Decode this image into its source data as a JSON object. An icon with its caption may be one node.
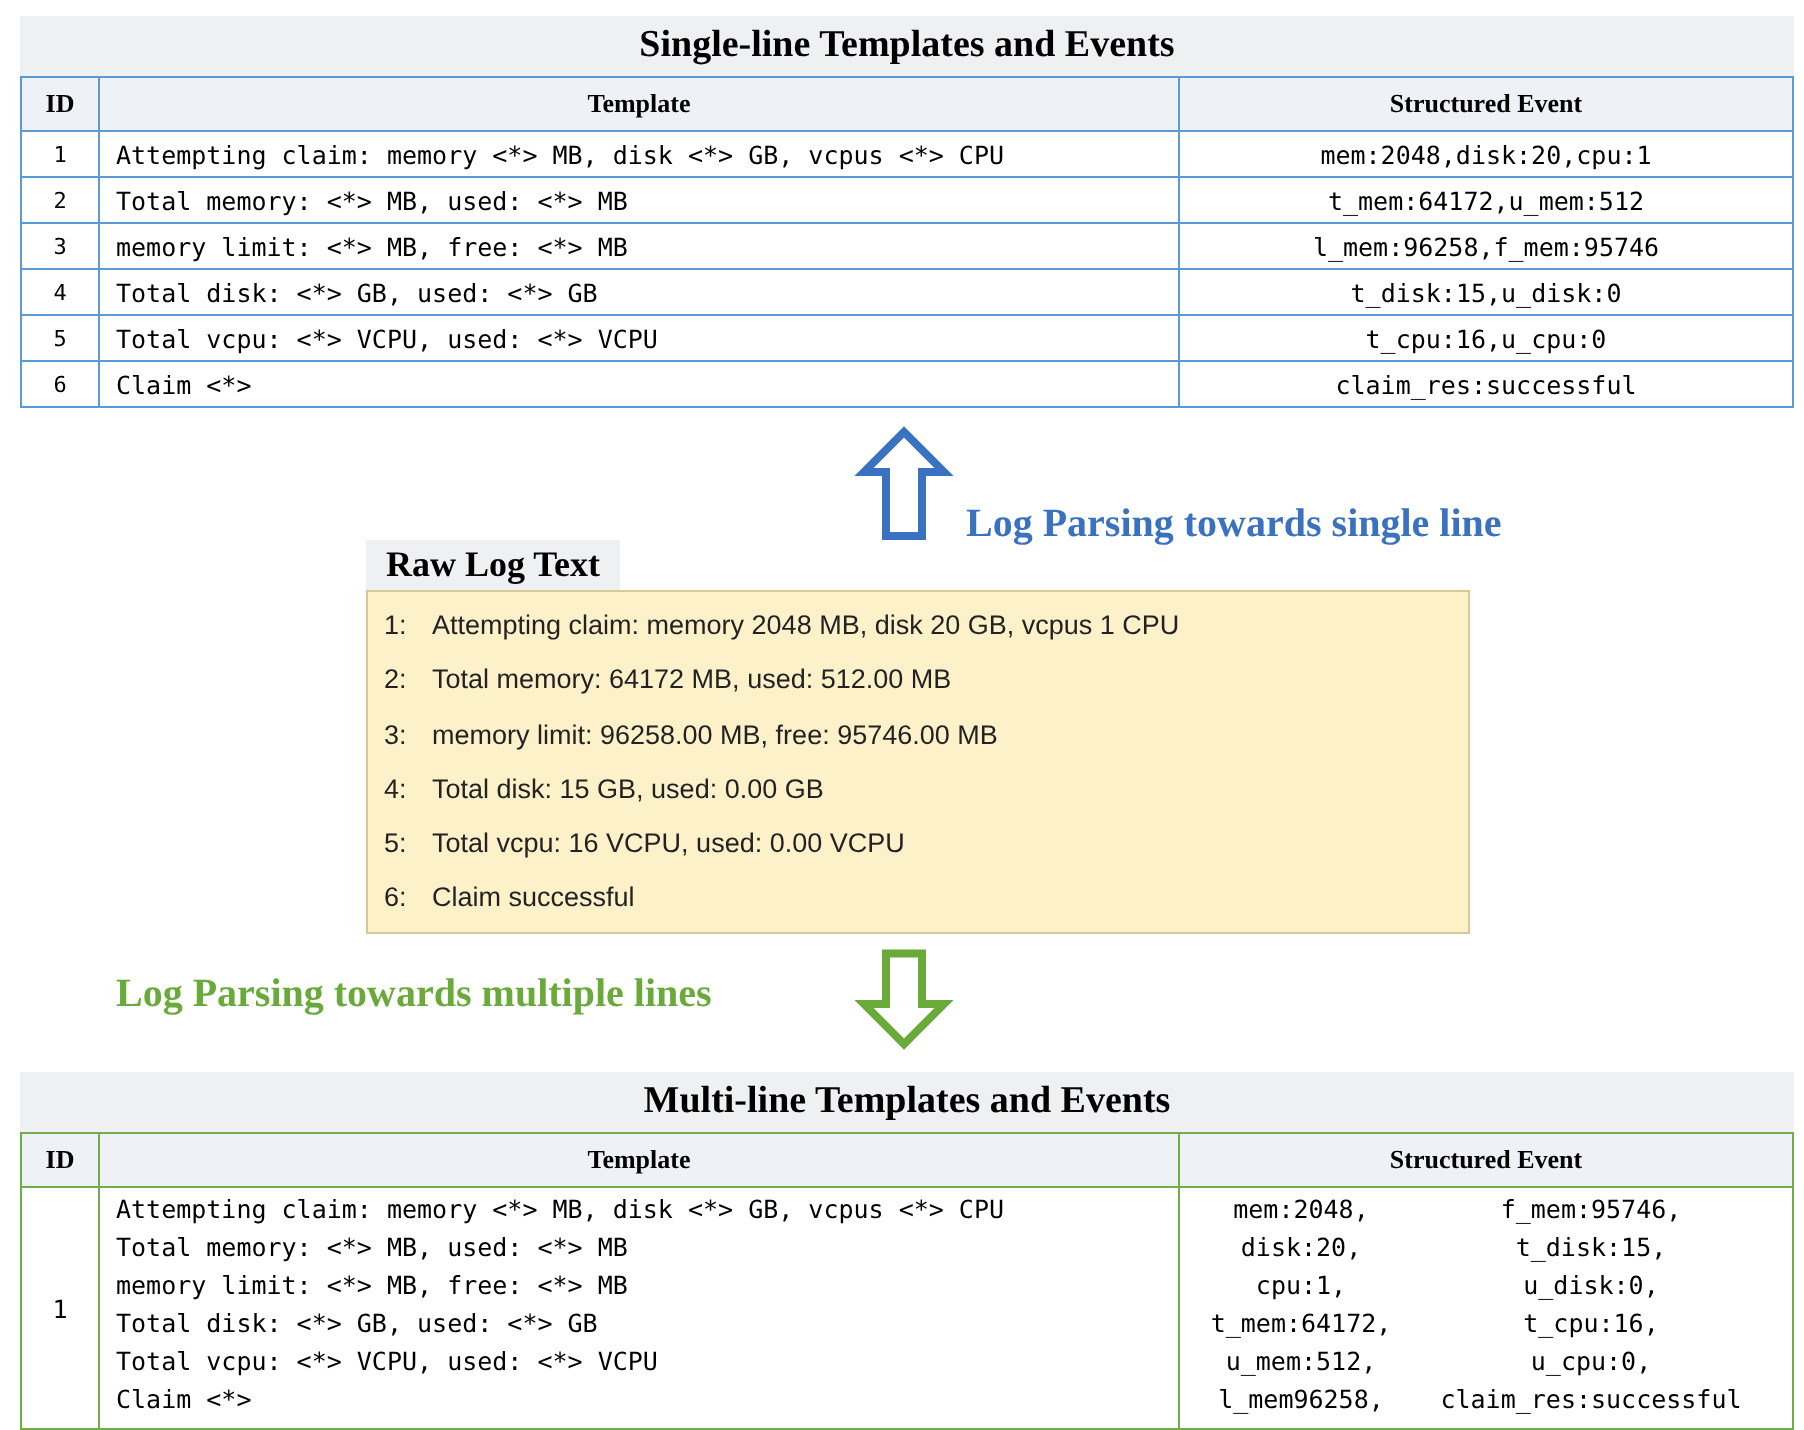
{
  "diagram": {
    "nodes": [
      {
        "text": [
          "Single-line Templates and Events",
          "ID",
          "Template",
          "Structured Event",
          "1",
          "Attempting claim: memory <*> MB, disk <*> GB, vcpus <*> CPU",
          "mem:2048,disk:20,cpu:1",
          "2",
          "Total memory: <*> MB, used: <*> MB",
          "t_mem:64172,u_mem:512",
          "3",
          "memory limit: <*> MB, free: <*> MB",
          "l_mem:96258,f_mem:95746",
          "4",
          "Total disk: <*> GB, used: <*> GB",
          "t_disk:15,u_disk:0",
          "5",
          "Total vcpu: <*> VCPU, used: <*> VCPU",
          "t_cpu:16,u_cpu:0",
          "6",
          "Claim <*>",
          "claim_res:successful"
        ]
      },
      {
        "text": [
          "Raw Log Text",
          "1:",
          "Attempting claim: memory 2048 MB, disk 20 GB, vcpus 1 CPU",
          "2:",
          "Total memory: 64172 MB, used: 512.00 MB",
          "3:",
          "memory limit: 96258.00 MB, free: 95746.00 MB",
          "4:",
          "Total disk: 15 GB, used: 0.00 GB",
          "5:",
          "Total vcpu: 16 VCPU, used: 0.00 VCPU",
          "6:",
          "Claim successful"
        ]
      },
      {
        "text": [
          "Multi-line Templates and Events",
          "ID",
          "Template",
          "Structured Event",
          "1",
          "Attempting claim: memory <*> MB, disk <*> GB, vcpus <*> CPU",
          "Total memory: <*> MB, used: <*> MB",
          "memory limit: <*> MB, free: <*> MB",
          "Total disk: <*> GB, used: <*> GB",
          "Total vcpu: <*> VCPU, used: <*> VCPU",
          "Claim <*>",
          "mem:2048,",
          "f_mem:95746,",
          "disk:20,",
          "t_disk:15,",
          "cpu:1,",
          "u_disk:0,",
          "t_mem:64172,",
          "t_cpu:16,",
          "u_mem:512,",
          "u_cpu:0,",
          "l_mem96258,",
          "claim_res:successful"
        ]
      }
    ],
    "edges": [
      {
        "from": 1,
        "to": 0,
        "arrow": "to",
        "label": "Log Parsing towards single line",
        "color": "#3a72c0"
      },
      {
        "from": 1,
        "to": 2,
        "arrow": "to",
        "label": "Log Parsing towards multiple lines",
        "color": "#6aaa3a"
      }
    ]
  }
}
